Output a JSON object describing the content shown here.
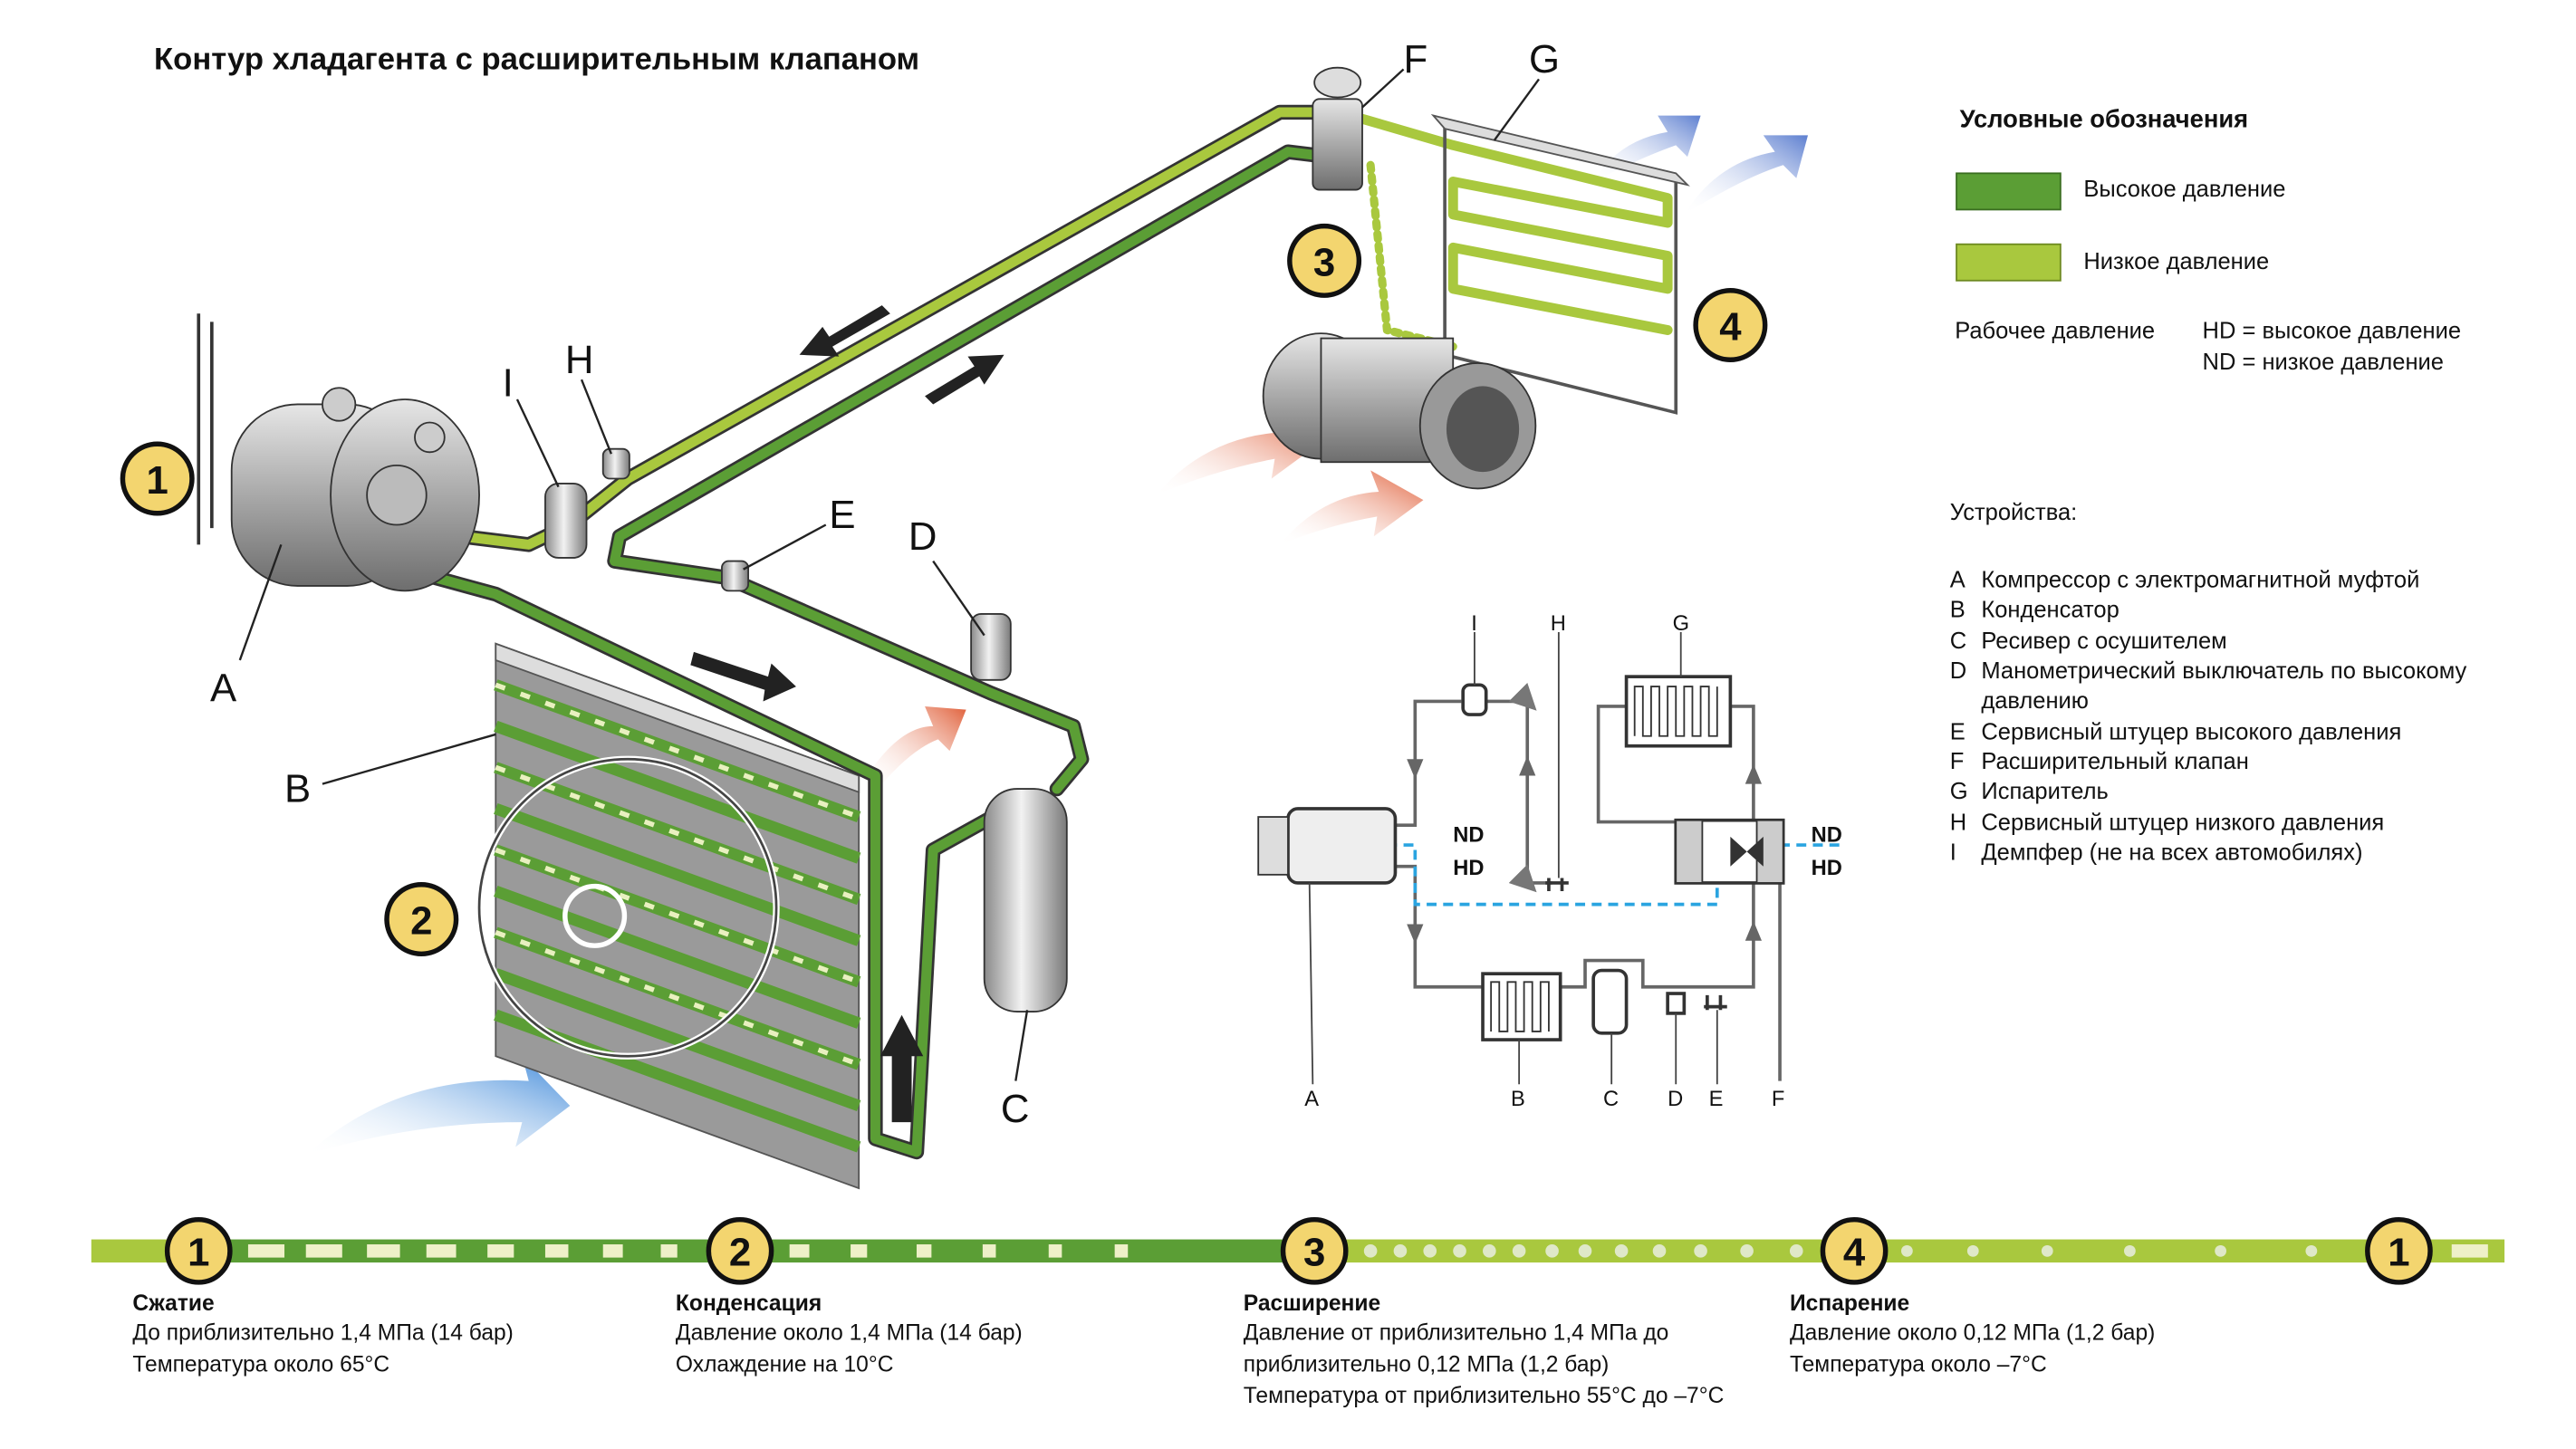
{
  "title": "Контур хладагента с расширительным клапаном",
  "legend": {
    "heading": "Условные обозначения",
    "high_label": "Высокое давление",
    "low_label": "Низкое давление",
    "high_color": "#5b9e35",
    "low_color": "#a9c83e",
    "working_pressure": "Рабочее давление",
    "hd_def": "HD = высокое давление",
    "nd_def": "ND = низкое давление"
  },
  "devices": {
    "heading": "Устройства:",
    "items": [
      {
        "key": "A",
        "text": "Компрессор с электромагнитной муфтой"
      },
      {
        "key": "B",
        "text": "Конденсатор"
      },
      {
        "key": "C",
        "text": "Ресивер с осушителем"
      },
      {
        "key": "D",
        "text": "Манометрический выключатель по высокому",
        "text2": "давлению"
      },
      {
        "key": "E",
        "text": "Сервисный штуцер высокого давления"
      },
      {
        "key": "F",
        "text": "Расширительный клапан"
      },
      {
        "key": "G",
        "text": "Испаритель"
      },
      {
        "key": "H",
        "text": "Сервисный штуцер низкого давления"
      },
      {
        "key": "I",
        "text": "Демпфер (не на всех автомобилях)"
      }
    ]
  },
  "diagram_labels": {
    "A": "A",
    "B": "B",
    "C": "C",
    "D": "D",
    "E": "E",
    "F": "F",
    "G": "G",
    "H": "H",
    "I": "I"
  },
  "badges": [
    "1",
    "2",
    "3",
    "4"
  ],
  "schematic": {
    "nd": "ND",
    "hd": "HD",
    "dashed_color": "#2aa4e0"
  },
  "stages": [
    {
      "num": "1",
      "title": "Сжатие",
      "lines": [
        "До приблизительно 1,4 МПа (14 бар)",
        "Температура около 65°C"
      ]
    },
    {
      "num": "2",
      "title": "Конденсация",
      "lines": [
        "Давление около 1,4 МПа (14 бар)",
        "Охлаждение на 10°C"
      ]
    },
    {
      "num": "3",
      "title": "Расширение",
      "lines": [
        "Давление от приблизительно 1,4 МПа до",
        "приблизительно 0,12 МПа (1,2 бар)",
        "Температура от приблизительно 55°C до –7°C"
      ]
    },
    {
      "num": "4",
      "title": "Испарение",
      "lines": [
        "Давление около 0,12 МПа (1,2 бар)",
        "Температура около –7°C"
      ]
    },
    {
      "num": "1"
    }
  ]
}
